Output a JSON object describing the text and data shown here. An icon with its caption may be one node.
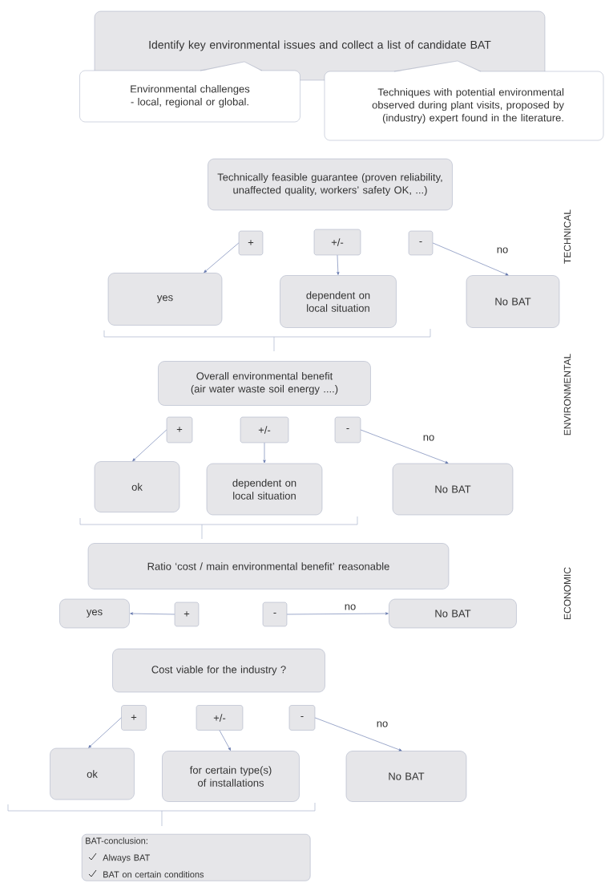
{
  "diagram": {
    "nodes": [
      {
        "text": [
          "Identify key environmental issues and collect a list of candidate BAT"
        ]
      },
      {
        "text": [
          "Environmental challenges - local, regional or global."
        ]
      },
      {
        "text": [
          "Techniques with potential environmental observed during plant visits, proposed by (industry) expert found in the literature."
        ]
      },
      {
        "text": [
          "Technically feasible guarantee (proven reliability, unaffected quality, workers’ safety OK, ...)"
        ]
      },
      {
        "text": [
          "+"
        ]
      },
      {
        "text": [
          "+/-"
        ]
      },
      {
        "text": [
          "-"
        ]
      },
      {
        "text": [
          "yes"
        ]
      },
      {
        "text": [
          "dependent on local situation"
        ]
      },
      {
        "text": [
          "No BAT"
        ]
      },
      {
        "text": [
          "Overall environmental benefit (air water waste soil energy ....)"
        ]
      },
      {
        "text": [
          "+"
        ]
      },
      {
        "text": [
          "+/-"
        ]
      },
      {
        "text": [
          "-"
        ]
      },
      {
        "text": [
          "ok"
        ]
      },
      {
        "text": [
          "dependent on local situation"
        ]
      },
      {
        "text": [
          "No BAT"
        ]
      },
      {
        "text": [
          "Ratio ‘cost / main environmental benefit’ reasonable"
        ]
      },
      {
        "text": [
          "yes"
        ]
      },
      {
        "text": [
          "+"
        ]
      },
      {
        "text": [
          "-"
        ]
      },
      {
        "text": [
          "No BAT"
        ]
      },
      {
        "text": [
          "Cost viable for the industry ?"
        ]
      },
      {
        "text": [
          "+"
        ]
      },
      {
        "text": [
          "+/-"
        ]
      },
      {
        "text": [
          "-"
        ]
      },
      {
        "text": [
          "ok"
        ]
      },
      {
        "text": [
          "for certain type(s) of installations"
        ]
      },
      {
        "text": [
          "No BAT"
        ]
      },
      {
        "text": [
          "BAT-conclusion:",
          "Always BAT",
          "BAT on certain conditions"
        ]
      }
    ],
    "edges": [
      {
        "from": 4,
        "to": 7,
        "arrow": "to"
      },
      {
        "from": 5,
        "to": 8,
        "arrow": "to"
      },
      {
        "from": 6,
        "to": 9,
        "arrow": "to",
        "label": "no"
      },
      {
        "from": 11,
        "to": 14,
        "arrow": "to"
      },
      {
        "from": 12,
        "to": 15,
        "arrow": "to"
      },
      {
        "from": 13,
        "to": 16,
        "arrow": "to",
        "label": "no"
      },
      {
        "from": 19,
        "to": 18,
        "arrow": "to"
      },
      {
        "from": 20,
        "to": 21,
        "arrow": "to",
        "label": "no"
      },
      {
        "from": 23,
        "to": 26,
        "arrow": "to"
      },
      {
        "from": 24,
        "to": 27,
        "arrow": "to"
      },
      {
        "from": 25,
        "to": 28,
        "arrow": "to",
        "label": "no"
      }
    ],
    "labels": [
      "TECHNICAL",
      "ENVIRONMENTAL",
      "ECONOMIC"
    ]
  }
}
